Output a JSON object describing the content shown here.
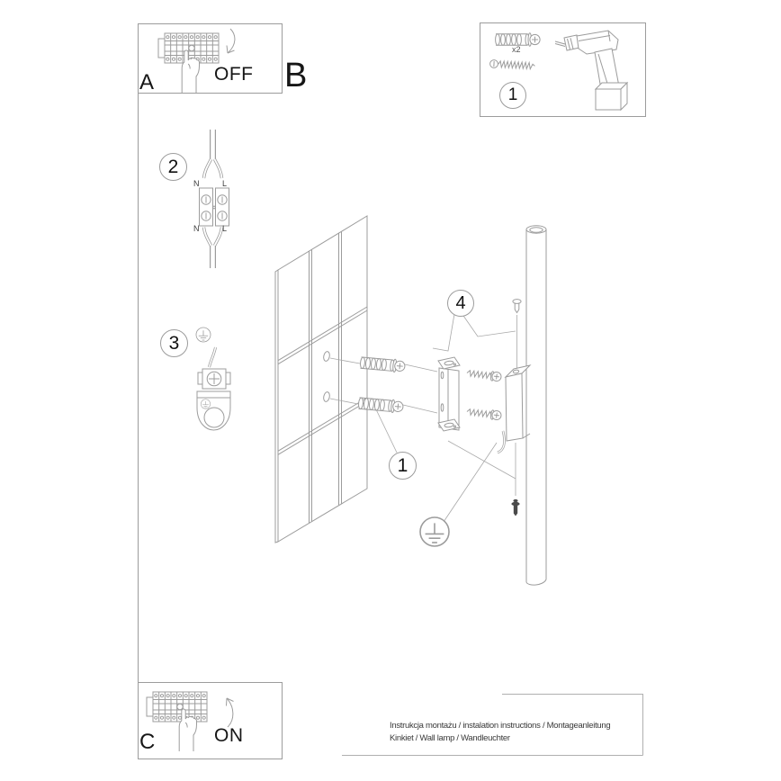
{
  "steps": {
    "a": {
      "label": "A",
      "action": "OFF"
    },
    "b": {
      "label": "B"
    },
    "c": {
      "label": "C",
      "action": "ON"
    }
  },
  "parts_box": {
    "number": "1",
    "quantity": "x2"
  },
  "callouts": {
    "wall_plug": "1",
    "wiring": "2",
    "ground_terminal": "3",
    "bracket": "4"
  },
  "wiring_labels": {
    "n_top": "N",
    "l_top": "L",
    "n_bottom": "N",
    "l_bottom": "L"
  },
  "title_block": {
    "line1": "Instrukcja montażu / instalation instructions / Montageanleitung",
    "line2": "Kinkiet / Wall lamp / Wandleuchter"
  },
  "colors": {
    "line": "#9c9c9c",
    "text": "#161616",
    "dark_part": "#4a4a4a"
  }
}
